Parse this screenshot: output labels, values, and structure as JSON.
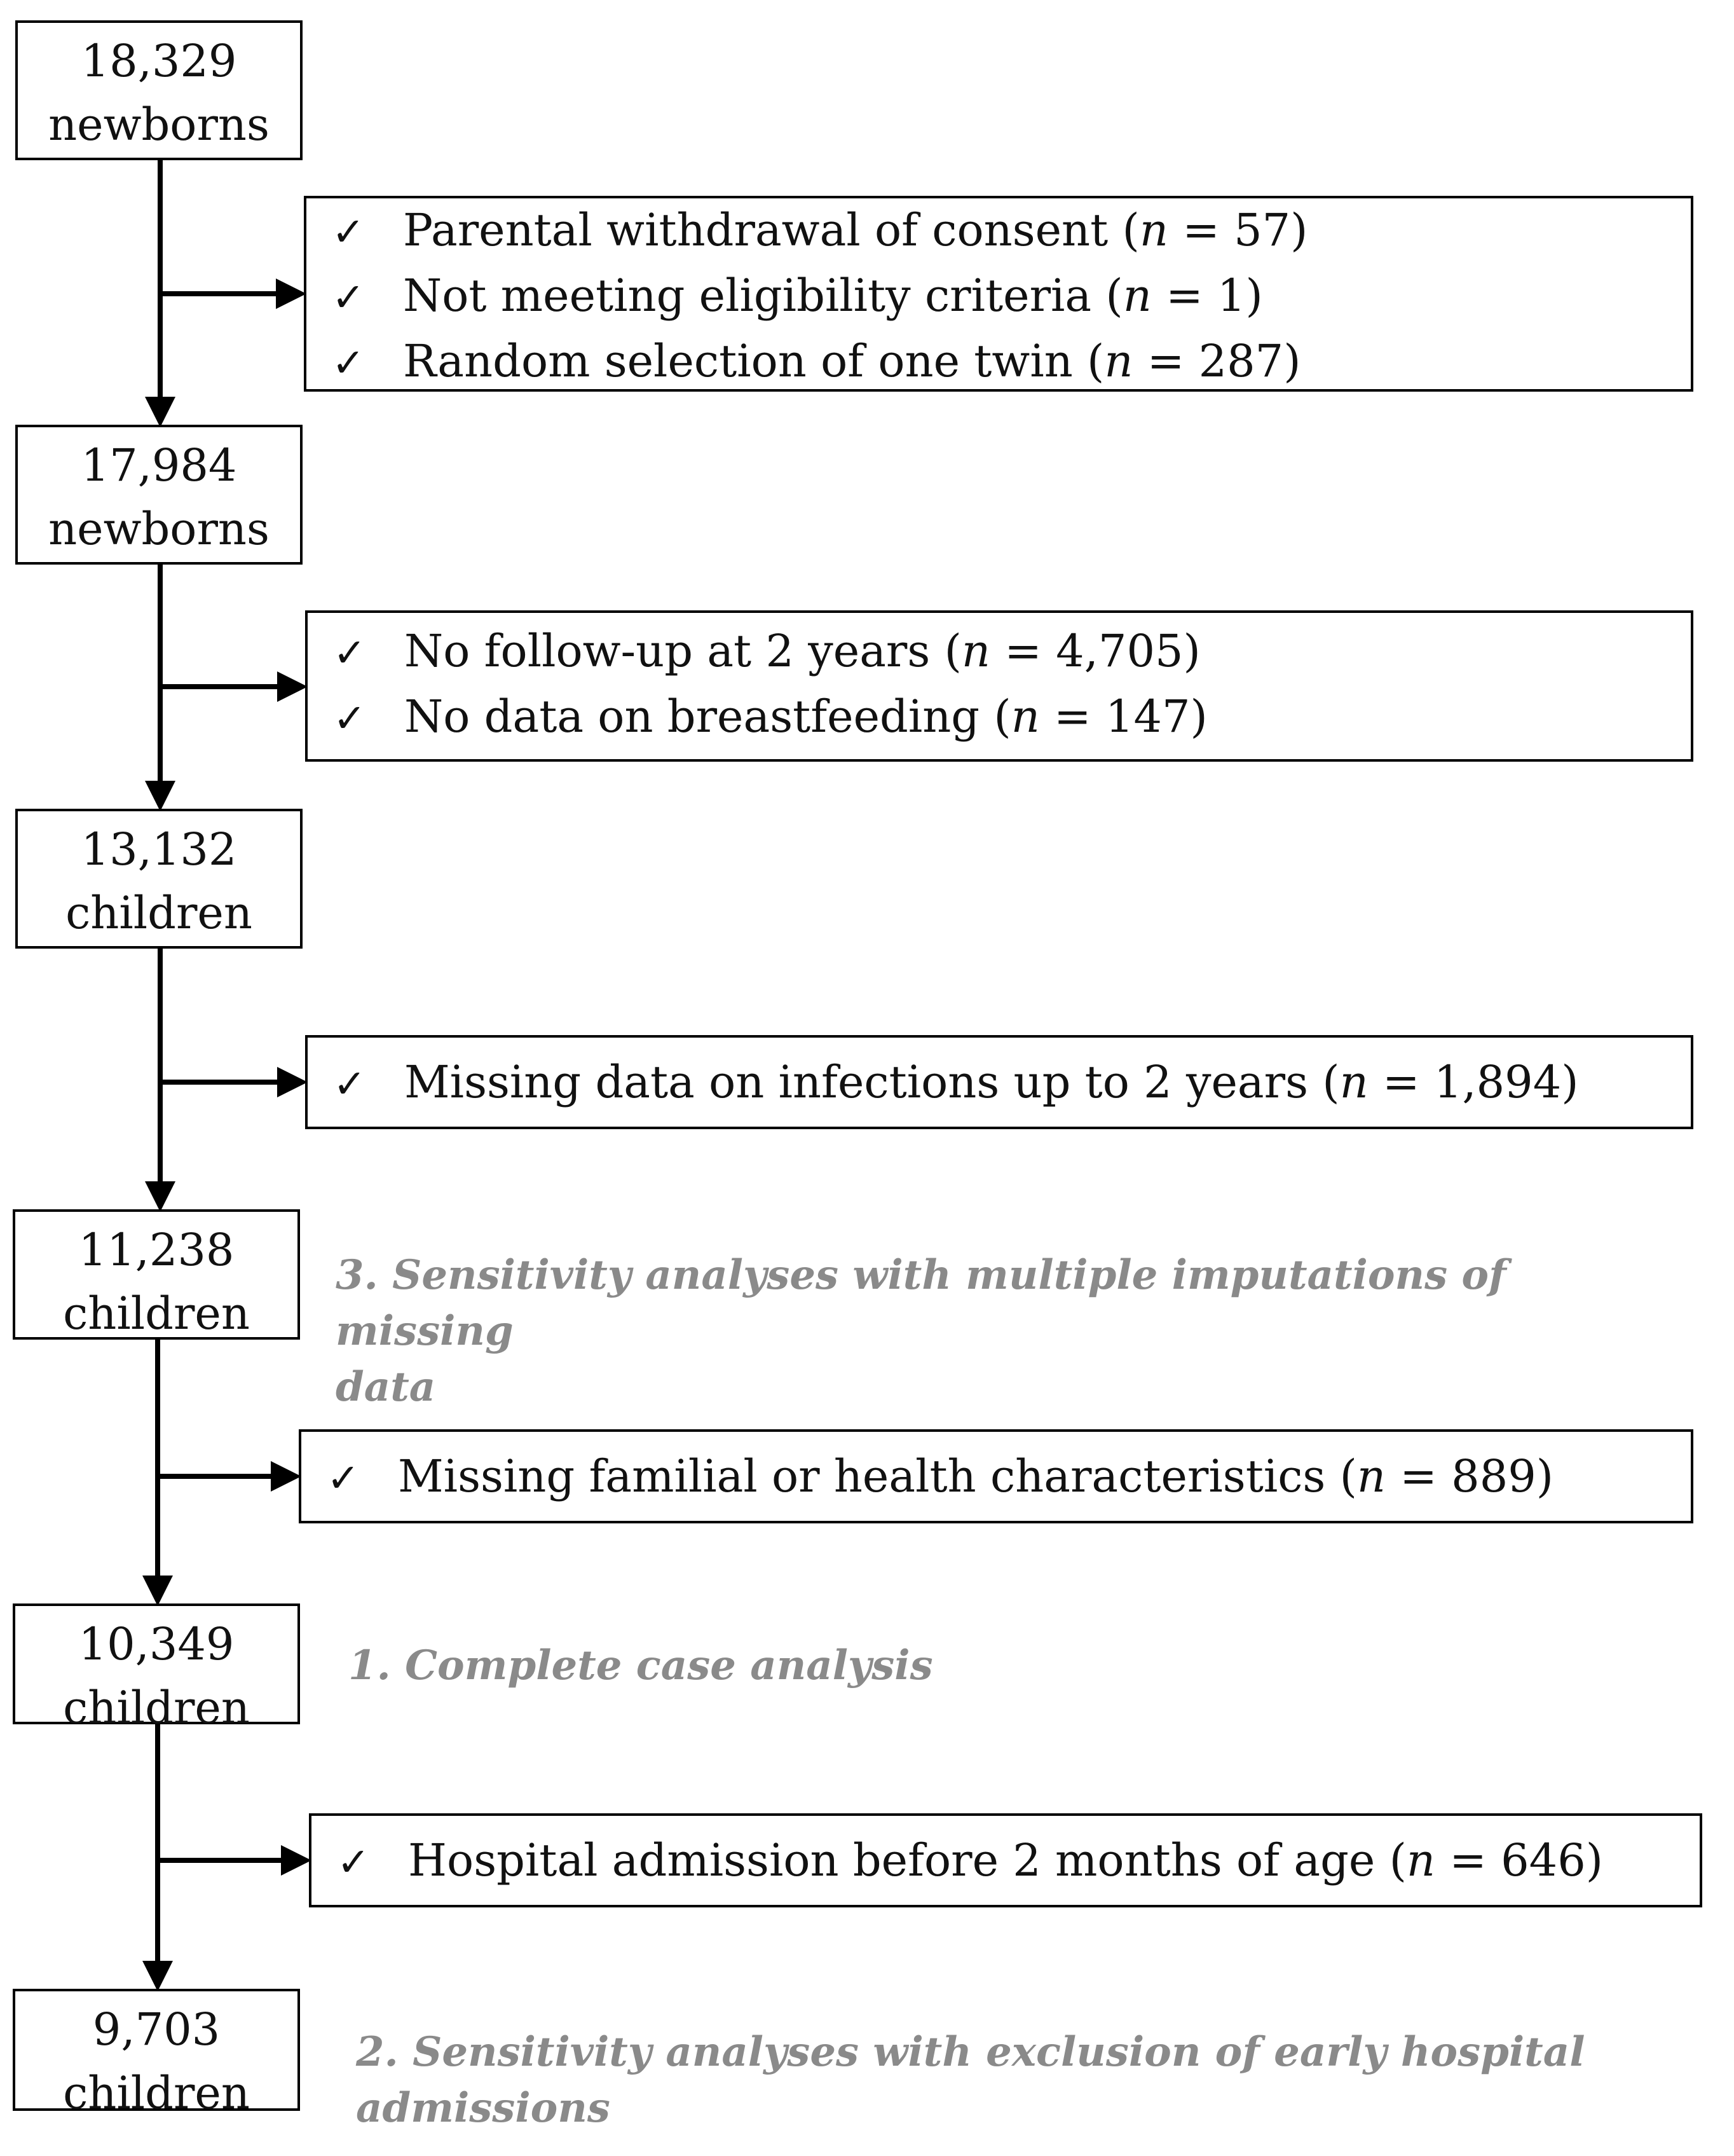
{
  "steps": [
    {
      "count": "18,329",
      "unit": "newborns"
    },
    {
      "count": "17,984",
      "unit": "newborns"
    },
    {
      "count": "13,132",
      "unit": "children"
    },
    {
      "count": "11,238",
      "unit": "children"
    },
    {
      "count": "10,349",
      "unit": "children"
    },
    {
      "count": "9,703",
      "unit": "children"
    }
  ],
  "exclusions": [
    [
      {
        "label": "Parental withdrawal of consent",
        "n": "57"
      },
      {
        "label": "Not meeting eligibility criteria",
        "n": "1"
      },
      {
        "label": "Random selection of one twin",
        "n": "287"
      }
    ],
    [
      {
        "label": "No follow-up at 2 years",
        "n": "4,705"
      },
      {
        "label": "No data on breastfeeding",
        "n": "147"
      }
    ],
    [
      {
        "label": "Missing data on infections up to 2 years",
        "n": "1,894"
      }
    ],
    [
      {
        "label": "Missing familial or health characteristics",
        "n": "889"
      }
    ],
    [
      {
        "label": "Hospital admission before 2 months of age",
        "n": "646"
      }
    ]
  ],
  "check_symbol": "✓",
  "n_symbol": "n",
  "analysis_notes": [
    {
      "step": 3,
      "lines": [
        "3. Sensitivity analyses with multiple imputations of missing",
        "data"
      ]
    },
    {
      "step": 4,
      "lines": [
        "1. Complete case analysis"
      ]
    },
    {
      "step": 5,
      "lines": [
        "2. Sensitivity analyses with exclusion of early hospital",
        "admissions"
      ]
    }
  ],
  "colors": {
    "border": "#000000",
    "note_text": "#8a8a8a"
  }
}
